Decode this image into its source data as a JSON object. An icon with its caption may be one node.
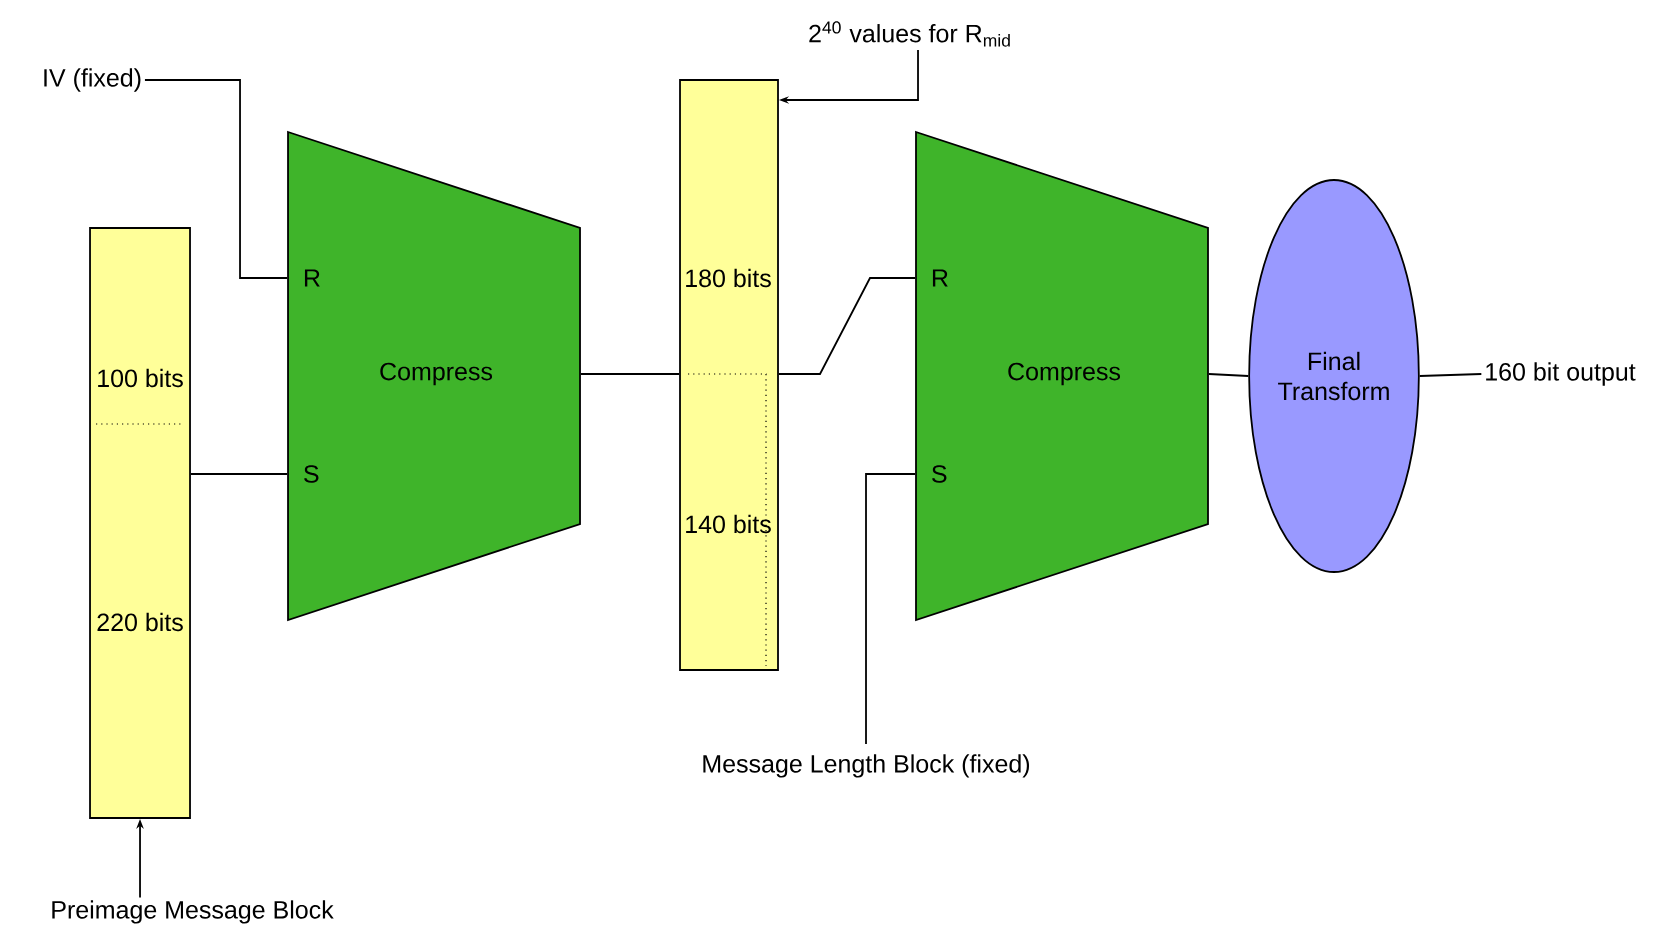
{
  "diagram": {
    "nodes": [
      {
        "text": [
          "IV (fixed)"
        ]
      },
      {
        "text": [
          "Preimage Message Block"
        ]
      },
      {
        "text": [
          "100 bits",
          "220 bits"
        ]
      },
      {
        "text": [
          "R",
          "Compress",
          "S"
        ]
      },
      {
        "text": [
          "2$^{40}$ values for R$_{mid}$"
        ]
      },
      {
        "text": [
          "180 bits",
          "140 bits"
        ]
      },
      {
        "text": [
          "R",
          "Compress",
          "S"
        ]
      },
      {
        "text": [
          "Message Length Block (fixed)"
        ]
      },
      {
        "text": [
          "Final Transform"
        ]
      },
      {
        "text": [
          "160 bit output"
        ]
      }
    ],
    "edges": [
      {
        "from": 0,
        "to": 3,
        "arrow": "none"
      },
      {
        "from": 1,
        "to": 2,
        "arrow": "to"
      },
      {
        "from": 2,
        "to": 3,
        "arrow": "none"
      },
      {
        "from": 3,
        "to": 5,
        "arrow": "none"
      },
      {
        "from": 4,
        "to": 5,
        "arrow": "to"
      },
      {
        "from": 5,
        "to": 6,
        "arrow": "none"
      },
      {
        "from": 7,
        "to": 6,
        "arrow": "none"
      },
      {
        "from": 6,
        "to": 8,
        "arrow": "none"
      },
      {
        "from": 8,
        "to": 9,
        "arrow": "none"
      }
    ]
  }
}
